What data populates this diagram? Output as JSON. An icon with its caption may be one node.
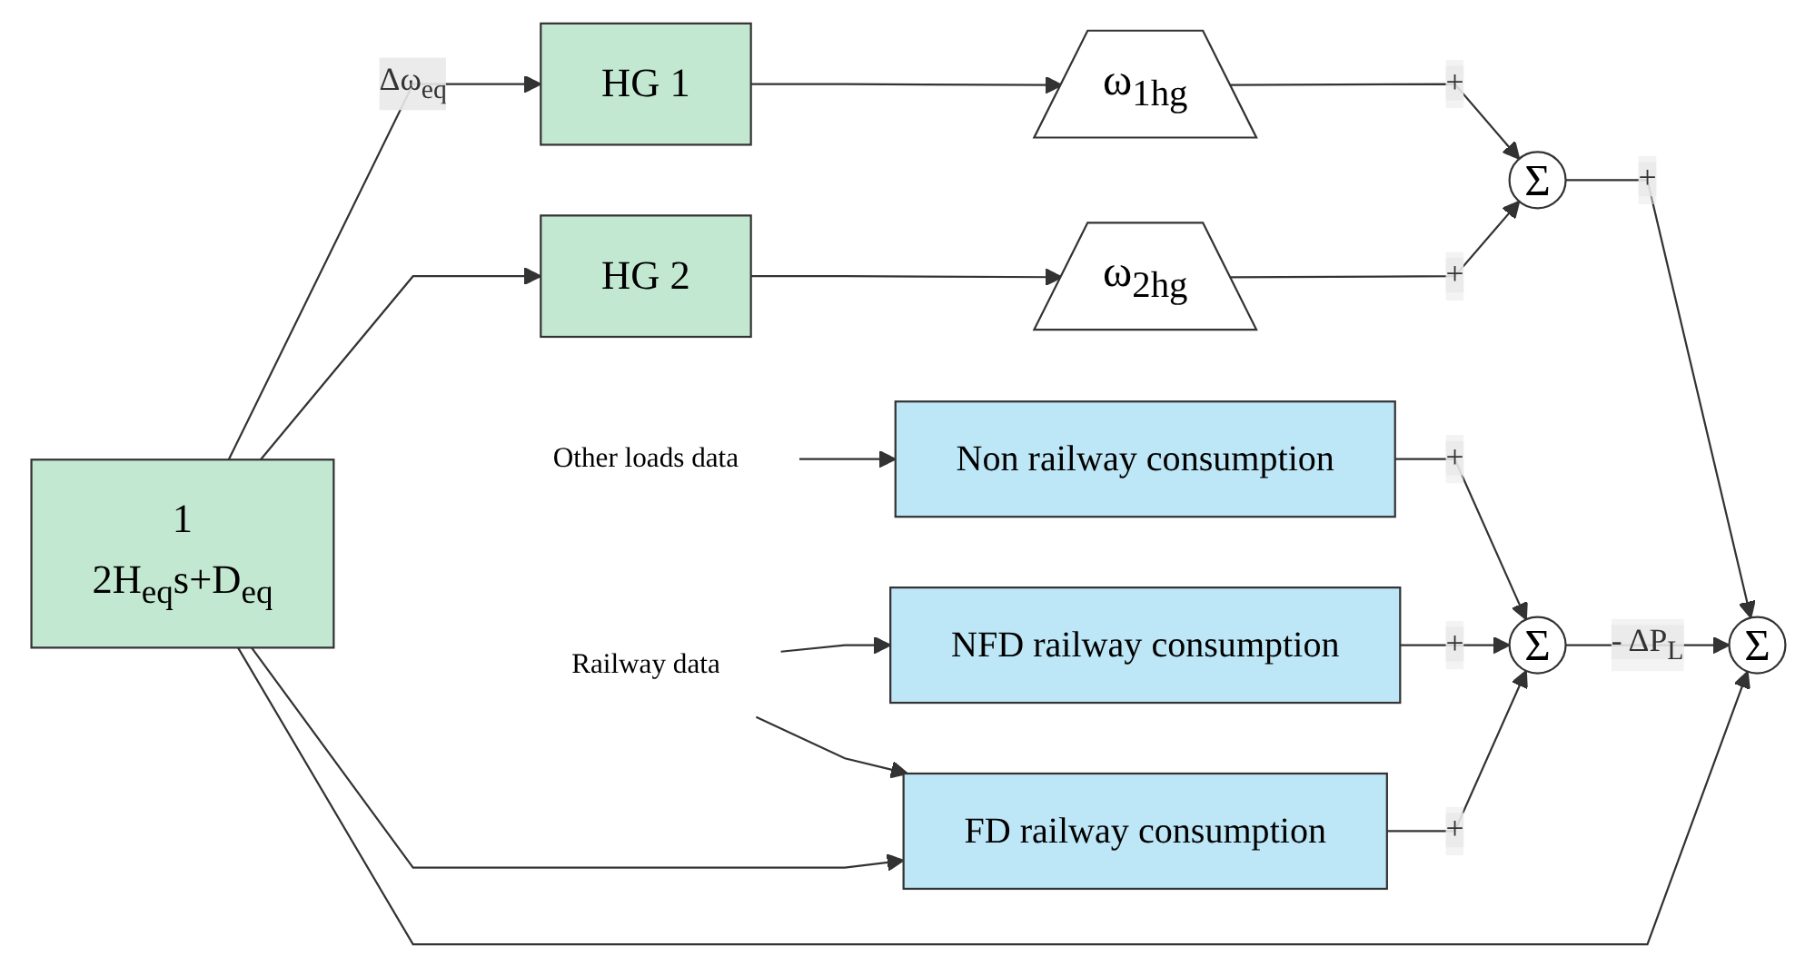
{
  "diagram": {
    "nodes": [
      {
        "text": [
          "HG 1"
        ]
      },
      {
        "text": [
          "ω$_{1hg}$"
        ]
      },
      {
        "text": [
          "HG 2"
        ]
      },
      {
        "text": [
          "ω$_{2hg}$"
        ]
      },
      {
        "text": [
          "Σ"
        ]
      },
      {
        "text": [
          "Σ"
        ]
      },
      {
        "text": [
          "Σ"
        ]
      },
      {
        "text": [
          "Non railway consumption"
        ]
      },
      {
        "text": [
          "NFD railway consumption"
        ]
      },
      {
        "text": [
          "FD railway consumption"
        ]
      },
      {
        "text": [
          "1",
          "2H$_{eq}$s+D$_{eq}$"
        ]
      },
      {
        "text": [
          "Other loads data"
        ]
      },
      {
        "text": [
          "Railway data"
        ]
      }
    ],
    "edges": [
      {
        "from": 0,
        "to": 1,
        "arrow": "to"
      },
      {
        "from": 1,
        "to": 4,
        "arrow": "to",
        "label": "+"
      },
      {
        "from": 2,
        "to": 3,
        "arrow": "to"
      },
      {
        "from": 3,
        "to": 4,
        "arrow": "to",
        "label": "+"
      },
      {
        "from": 4,
        "to": 5,
        "arrow": "to",
        "label": "+"
      },
      {
        "from": 6,
        "to": 5,
        "arrow": "to",
        "label": "- ΔP$_{L}$"
      },
      {
        "from": 10,
        "to": 5,
        "arrow": "to"
      },
      {
        "from": 7,
        "to": 6,
        "arrow": "to",
        "label": "+"
      },
      {
        "from": 8,
        "to": 6,
        "arrow": "to",
        "label": "+"
      },
      {
        "from": 9,
        "to": 6,
        "arrow": "to",
        "label": "+"
      },
      {
        "from": 11,
        "to": 7,
        "arrow": "to"
      },
      {
        "from": 12,
        "to": 8,
        "arrow": "to"
      },
      {
        "from": 12,
        "to": 9,
        "arrow": "to"
      },
      {
        "from": 10,
        "to": 0,
        "arrow": "to",
        "label": "Δω$_{eq}$"
      },
      {
        "from": 10,
        "to": 2,
        "arrow": "to"
      },
      {
        "from": 10,
        "to": 9,
        "arrow": "to"
      }
    ]
  }
}
